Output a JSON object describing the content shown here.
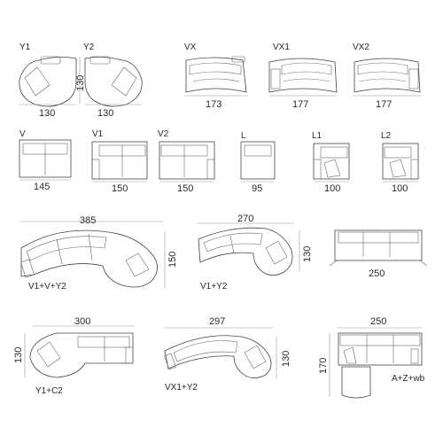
{
  "colors": {
    "outline": "#444444",
    "detail": "#666666",
    "dimension_line": "#9a9a9a",
    "text": "#2a2a2a"
  },
  "modules": {
    "y1": {
      "name": "Y1",
      "width": "130"
    },
    "y2": {
      "name": "Y2",
      "width": "130"
    },
    "y_depth": "130",
    "vx": {
      "name": "VX",
      "width": "173"
    },
    "vx1": {
      "name": "VX1",
      "width": "177"
    },
    "vx2": {
      "name": "VX2",
      "width": "177"
    },
    "v": {
      "name": "V",
      "width": "145"
    },
    "v1": {
      "name": "V1",
      "width": "150"
    },
    "v2": {
      "name": "V2",
      "width": "150"
    },
    "l": {
      "name": "L",
      "width": "95"
    },
    "l1": {
      "name": "L1",
      "width": "100"
    },
    "l2": {
      "name": "L2",
      "width": "100"
    }
  },
  "compositions": {
    "c1": {
      "name": "V1+V+Y2",
      "width": "385",
      "depth": "150"
    },
    "c2": {
      "name": "V1+Y2",
      "width": "270",
      "depth": "130"
    },
    "c3": {
      "width": "250"
    },
    "c4": {
      "name": "Y1+C2",
      "width": "300",
      "depth": "130"
    },
    "c5": {
      "name": "VX1+Y2",
      "width": "297",
      "depth": "130"
    },
    "c6": {
      "name": "A+Z+wb",
      "width": "250",
      "depth": "170"
    }
  }
}
